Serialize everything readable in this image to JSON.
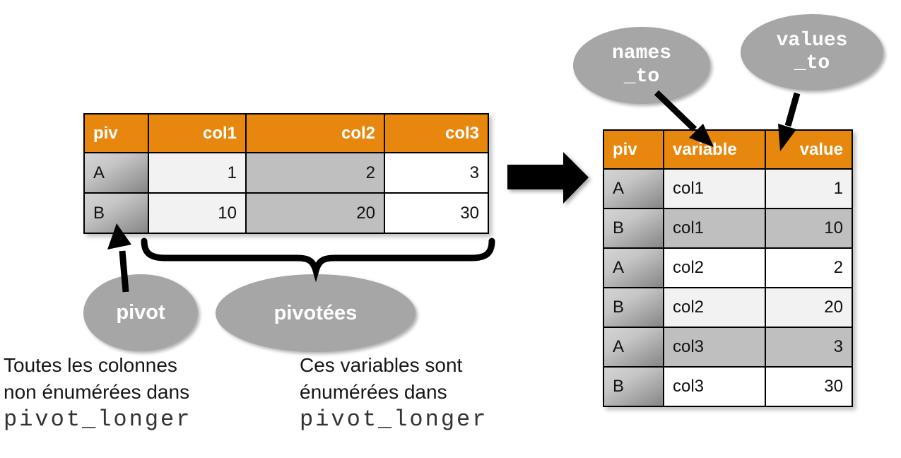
{
  "colors": {
    "header_orange": "#E8870D",
    "cell_light_gray": "#F2F2F2",
    "cell_mid_gray": "#BFBFBF",
    "cell_white": "#FFFFFF",
    "ellipse_gray": "#A6A6A6",
    "arrow_black": "#000000"
  },
  "source_table": {
    "headers": [
      "piv",
      "col1",
      "col2",
      "col3"
    ],
    "rows": [
      [
        "A",
        "1",
        "2",
        "3"
      ],
      [
        "B",
        "10",
        "20",
        "30"
      ]
    ]
  },
  "result_table": {
    "headers": [
      "piv",
      "variable",
      "value"
    ],
    "rows": [
      [
        "A",
        "col1",
        "1"
      ],
      [
        "B",
        "col1",
        "10"
      ],
      [
        "A",
        "col2",
        "2"
      ],
      [
        "B",
        "col2",
        "20"
      ],
      [
        "A",
        "col3",
        "3"
      ],
      [
        "B",
        "col3",
        "30"
      ]
    ]
  },
  "callouts": {
    "pivot": {
      "label": "pivot"
    },
    "pivotees": {
      "label": "pivotées"
    },
    "names_to": {
      "line1": "names",
      "line2": "_to"
    },
    "values_to": {
      "line1": "values",
      "line2": "_to"
    }
  },
  "captions": {
    "left": {
      "line1": "Toutes les colonnes",
      "line2": "non énumérées dans",
      "code": "pivot_longer"
    },
    "right": {
      "line1": "Ces variables sont",
      "line2": "énumérées dans",
      "code": "pivot_longer"
    }
  },
  "icons": {
    "transform_arrow": "thick-right-arrow",
    "underbrace": "horizontal-curly-brace",
    "callout_pointer": "black-arrow"
  }
}
